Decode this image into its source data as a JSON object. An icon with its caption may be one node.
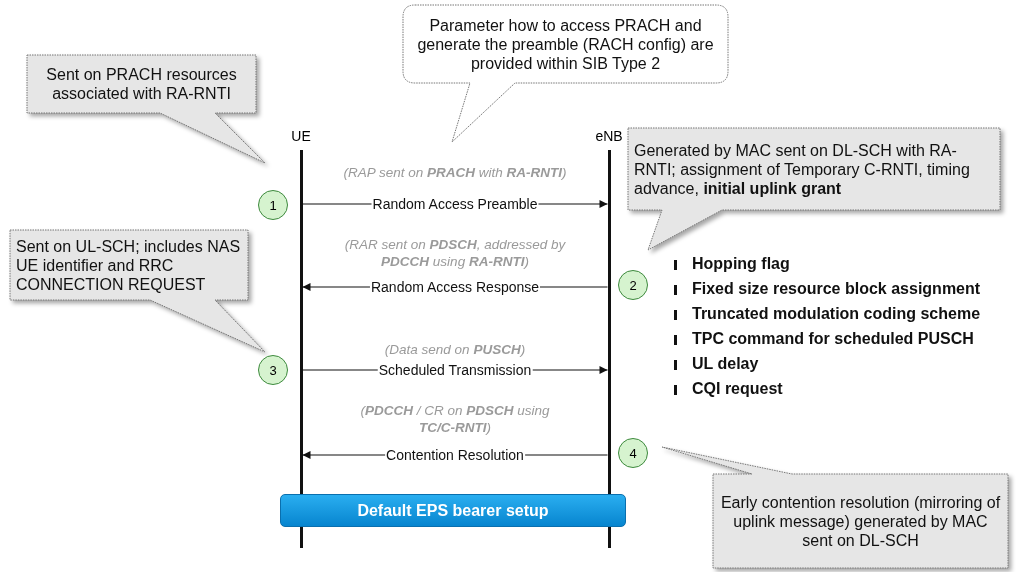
{
  "diagram": {
    "nodes": [
      {
        "text": [
          "Sent on PRACH resources associated with RA-RNTI"
        ]
      },
      {
        "text": [
          "Parameter how to access PRACH and generate the preamble (RACH config) are provided within SIB Type 2"
        ]
      },
      {
        "text": [
          "UE"
        ]
      },
      {
        "text": [
          "eNB"
        ]
      },
      {
        "text": [
          "Generated by MAC sent on DL-SCH with RA-RNTI; assignment of Temporary C-RNTI, timing advance, **initial uplink grant**"
        ]
      },
      {
        "text": [
          "1"
        ]
      },
      {
        "text": [
          "Sent on UL-SCH; includes NAS UE identifier and RRC CONNECTION REQUEST"
        ]
      },
      {
        "text": [
          "2"
        ]
      },
      {
        "text": [
          "3"
        ]
      },
      {
        "text": [
          "4"
        ]
      },
      {
        "text": [
          "Early contention resolution (mirroring of uplink message) generated by MAC sent on DL-SCH"
        ]
      },
      {
        "text": [
          "Default EPS bearer setup"
        ]
      }
    ],
    "edges": [
      {
        "from": 2,
        "to": 3,
        "arrow": "to",
        "label": "Random Access Preamble"
      },
      {
        "from": 3,
        "to": 2,
        "arrow": "to",
        "label": "Random Access Response"
      },
      {
        "from": 2,
        "to": 3,
        "arrow": "to",
        "label": "Scheduled Transmission"
      },
      {
        "from": 3,
        "to": 2,
        "arrow": "to",
        "label": "Contention Resolution"
      }
    ],
    "labels": [
      "(RAP sent on **PRACH** with **RA-RNTI**)",
      "(RAR sent on **PDSCH**, addressed by **PDCCH** using **RA-RNTI**)",
      "Hopping flag",
      "Fixed size resource block assignment",
      "Truncated modulation coding scheme",
      "TPC command for scheduled PUSCH",
      "UL delay",
      "CQI request",
      "(Data send on **PUSCH**)",
      "(**PDCCH** / CR on **PDSCH** using **TC/C-RNTI**)"
    ]
  }
}
